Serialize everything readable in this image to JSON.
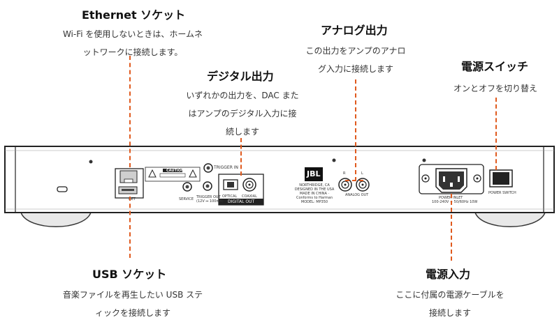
{
  "callouts": {
    "ethernet": {
      "title": "Ethernet ソケット",
      "desc": "Wi-Fi を使用しないときは、ホームネ\nットワークに接続します。"
    },
    "digital": {
      "title": "デジタル出力",
      "desc": "いずれかの出力を、DAC また\nはアンプのデジタル入力に接\n続します"
    },
    "analog": {
      "title": "アナログ出力",
      "desc": "この出力をアンプのアナロ\nグ入力に接続します"
    },
    "power_switch": {
      "title": "電源スイッチ",
      "desc": "オンとオフを切り替え"
    },
    "usb": {
      "title": "USB ソケット",
      "desc": "音楽ファイルを再生したい USB ステ\nィックを接続します"
    },
    "power_inlet": {
      "title": "電源入力",
      "desc": "ここに付属の電源ケーブルを\n接続します"
    }
  },
  "panel": {
    "caution_title": "CAUTION",
    "trigger_in": "TRIGGER IN",
    "trigger_out": "TRIGGER OUT",
    "trigger_out_spec": "(12V ⎓ 100mA)",
    "service": "SERVICE",
    "net": "NET",
    "optical": "OPTICAL",
    "coaxial": "COAXIAL",
    "digital_out": "DIGITAL OUT",
    "brand": "JBL",
    "info_lines": [
      "NORTHRIDGE, CA",
      "DESIGNED IN THE USA",
      "MADE IN CHINA · Conforms to Harman",
      "MODEL: MP350"
    ],
    "analog_r": "R",
    "analog_l": "L",
    "analog_out": "ANALOG OUT",
    "power_inlet": "POWER INLET",
    "power_spec": "100-240V ∼ 50/60Hz 10W",
    "power_switch": "POWER SWITCH"
  }
}
